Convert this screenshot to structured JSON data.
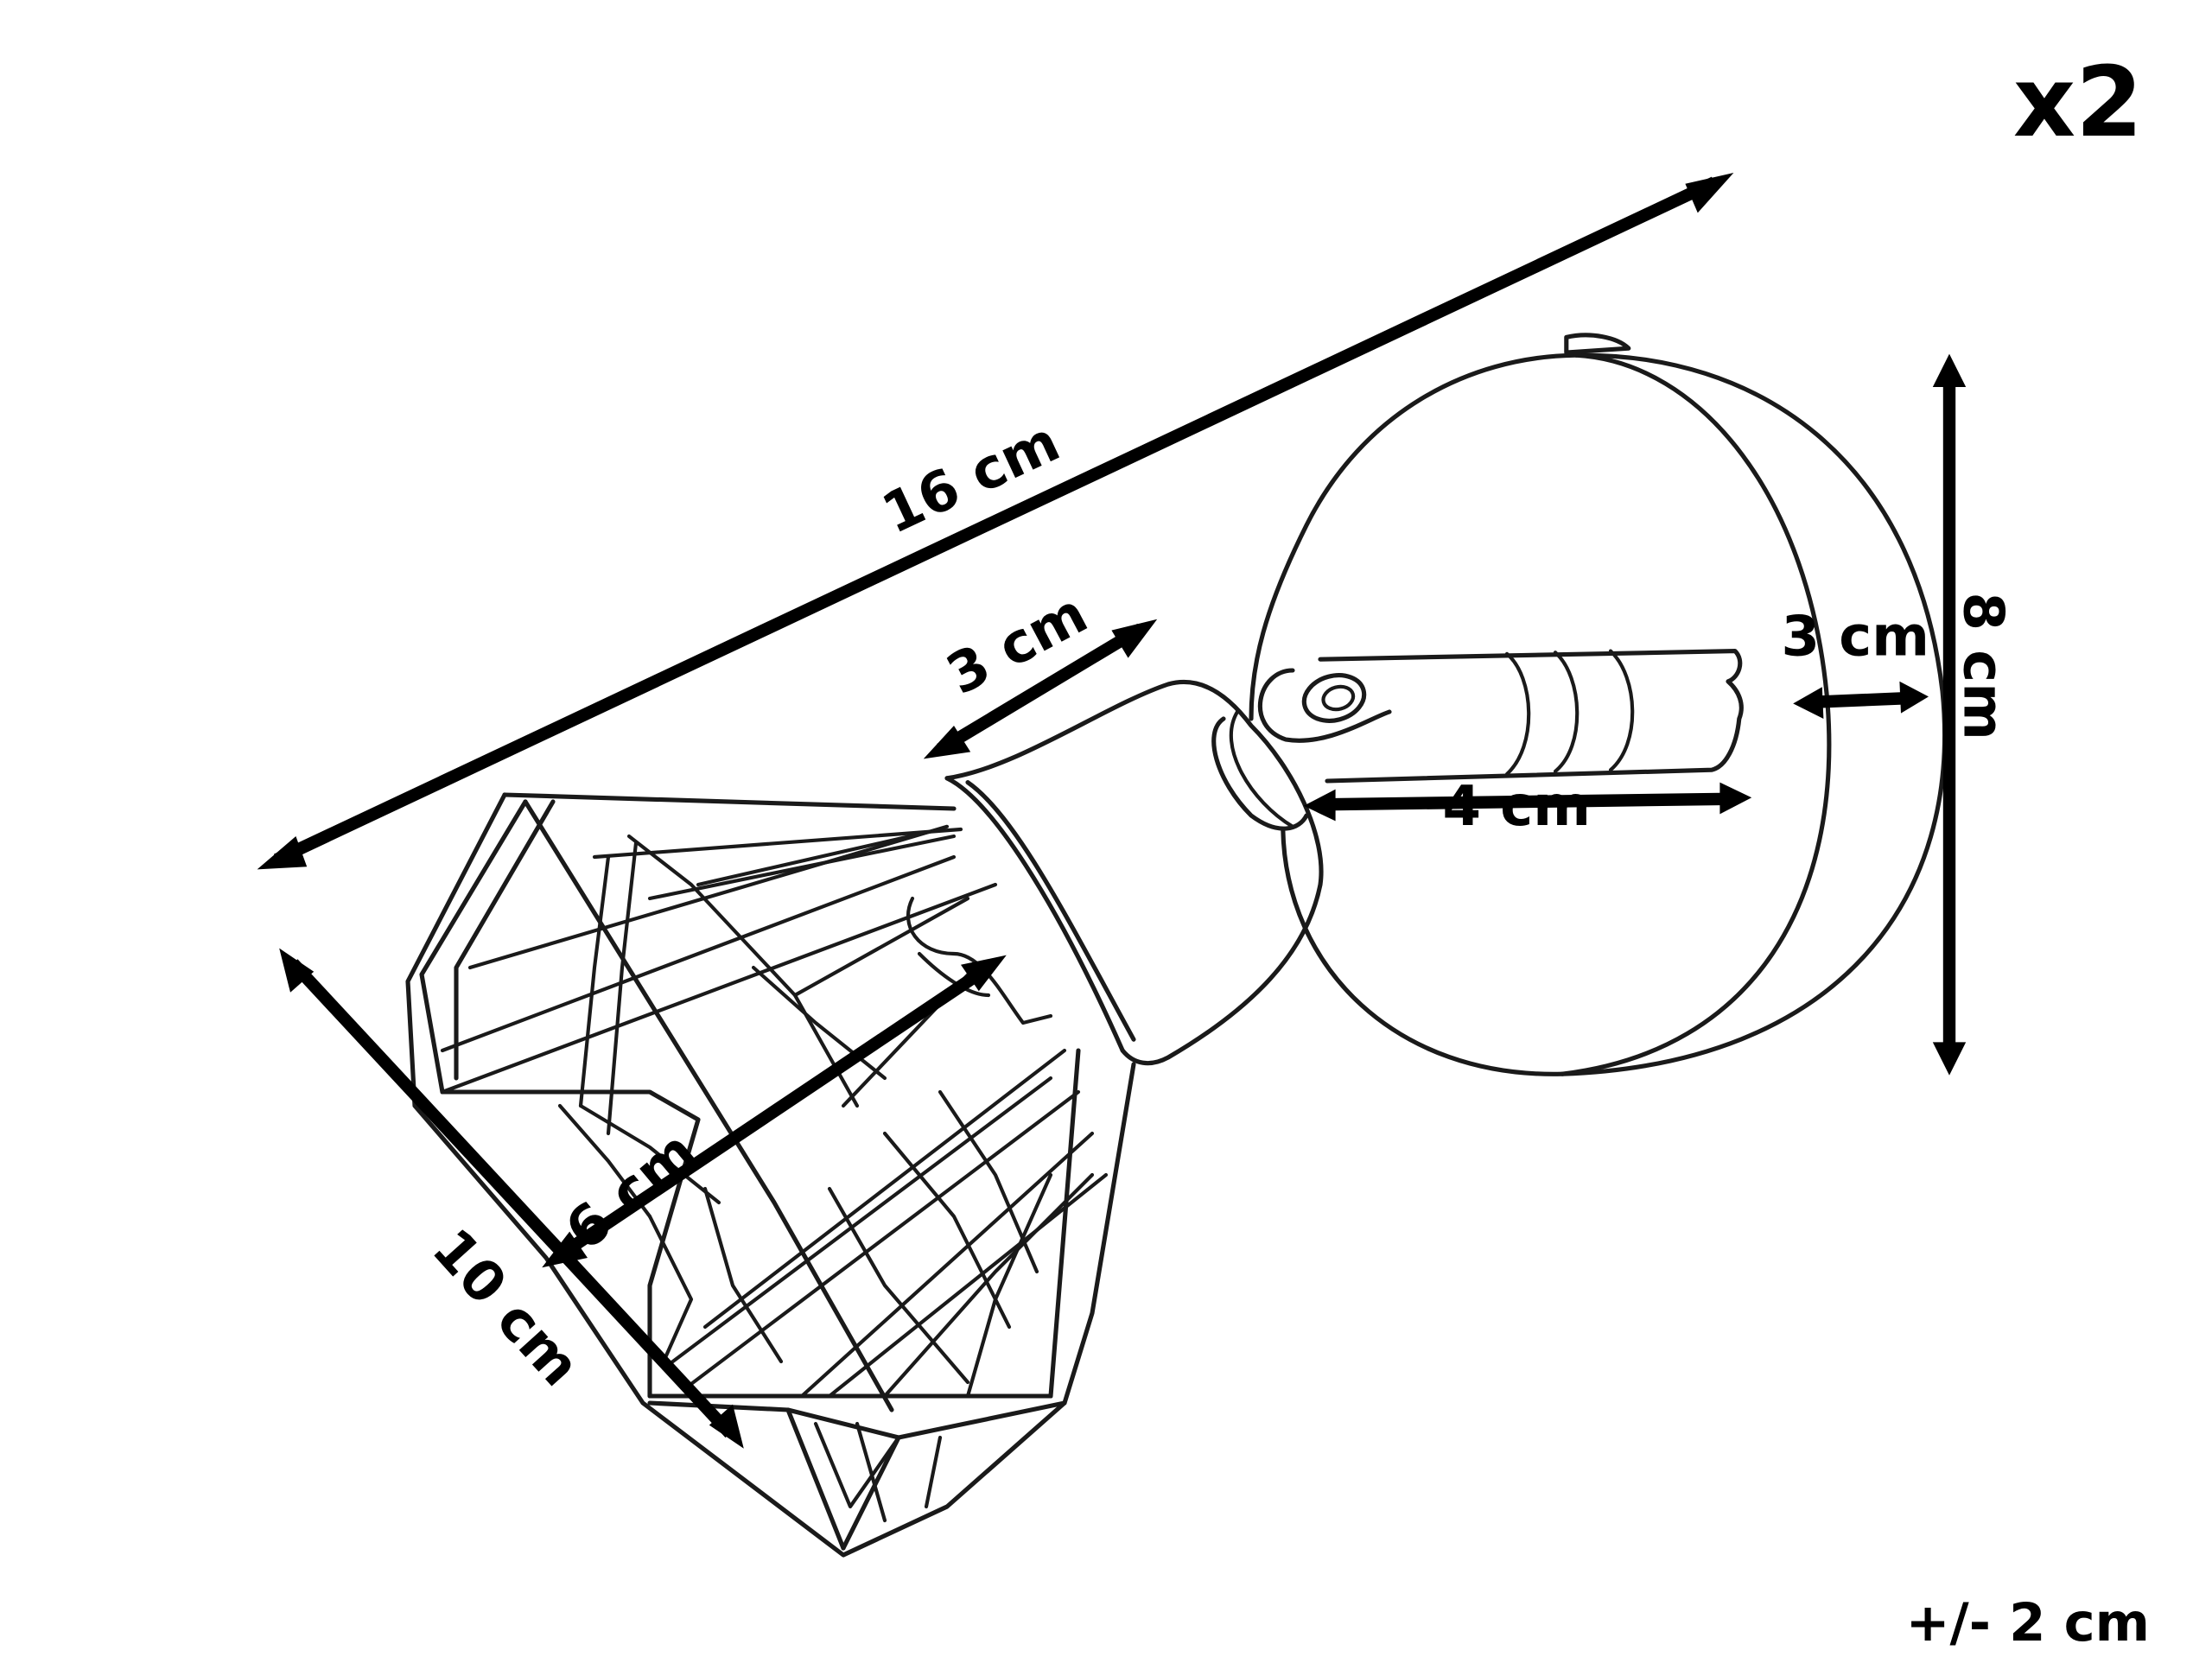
{
  "quantity_label": "x2",
  "tolerance_label": "+/- 2 cm",
  "dimensions": {
    "total_length": "16 cm",
    "holder_length": "3 cm",
    "arm_length": "4 cm",
    "base_depth": "3 cm",
    "base_diameter": "8 cm",
    "shade_diameter": "6 cm",
    "shade_height": "10 cm"
  }
}
